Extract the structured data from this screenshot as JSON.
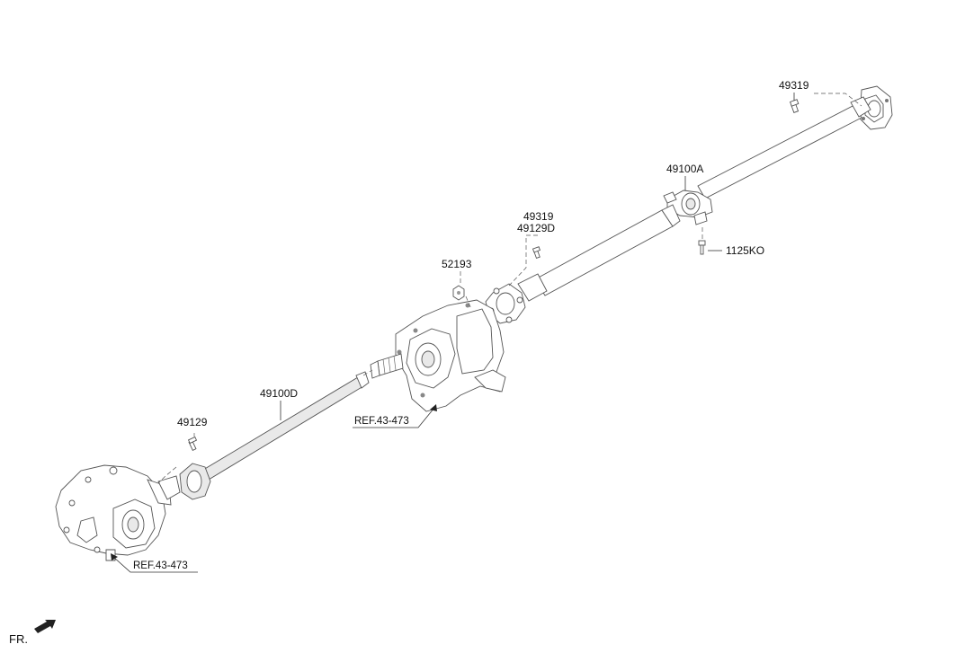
{
  "labels": {
    "p49319_top": "49319",
    "p49100A": "49100A",
    "p1125KO": "1125KO",
    "p49319_mid": "49319",
    "p49129D": "49129D",
    "p52193": "52193",
    "p49100D": "49100D",
    "p49129": "49129",
    "ref_center": "REF.43-473",
    "ref_left": "REF.43-473",
    "fr": "FR."
  }
}
